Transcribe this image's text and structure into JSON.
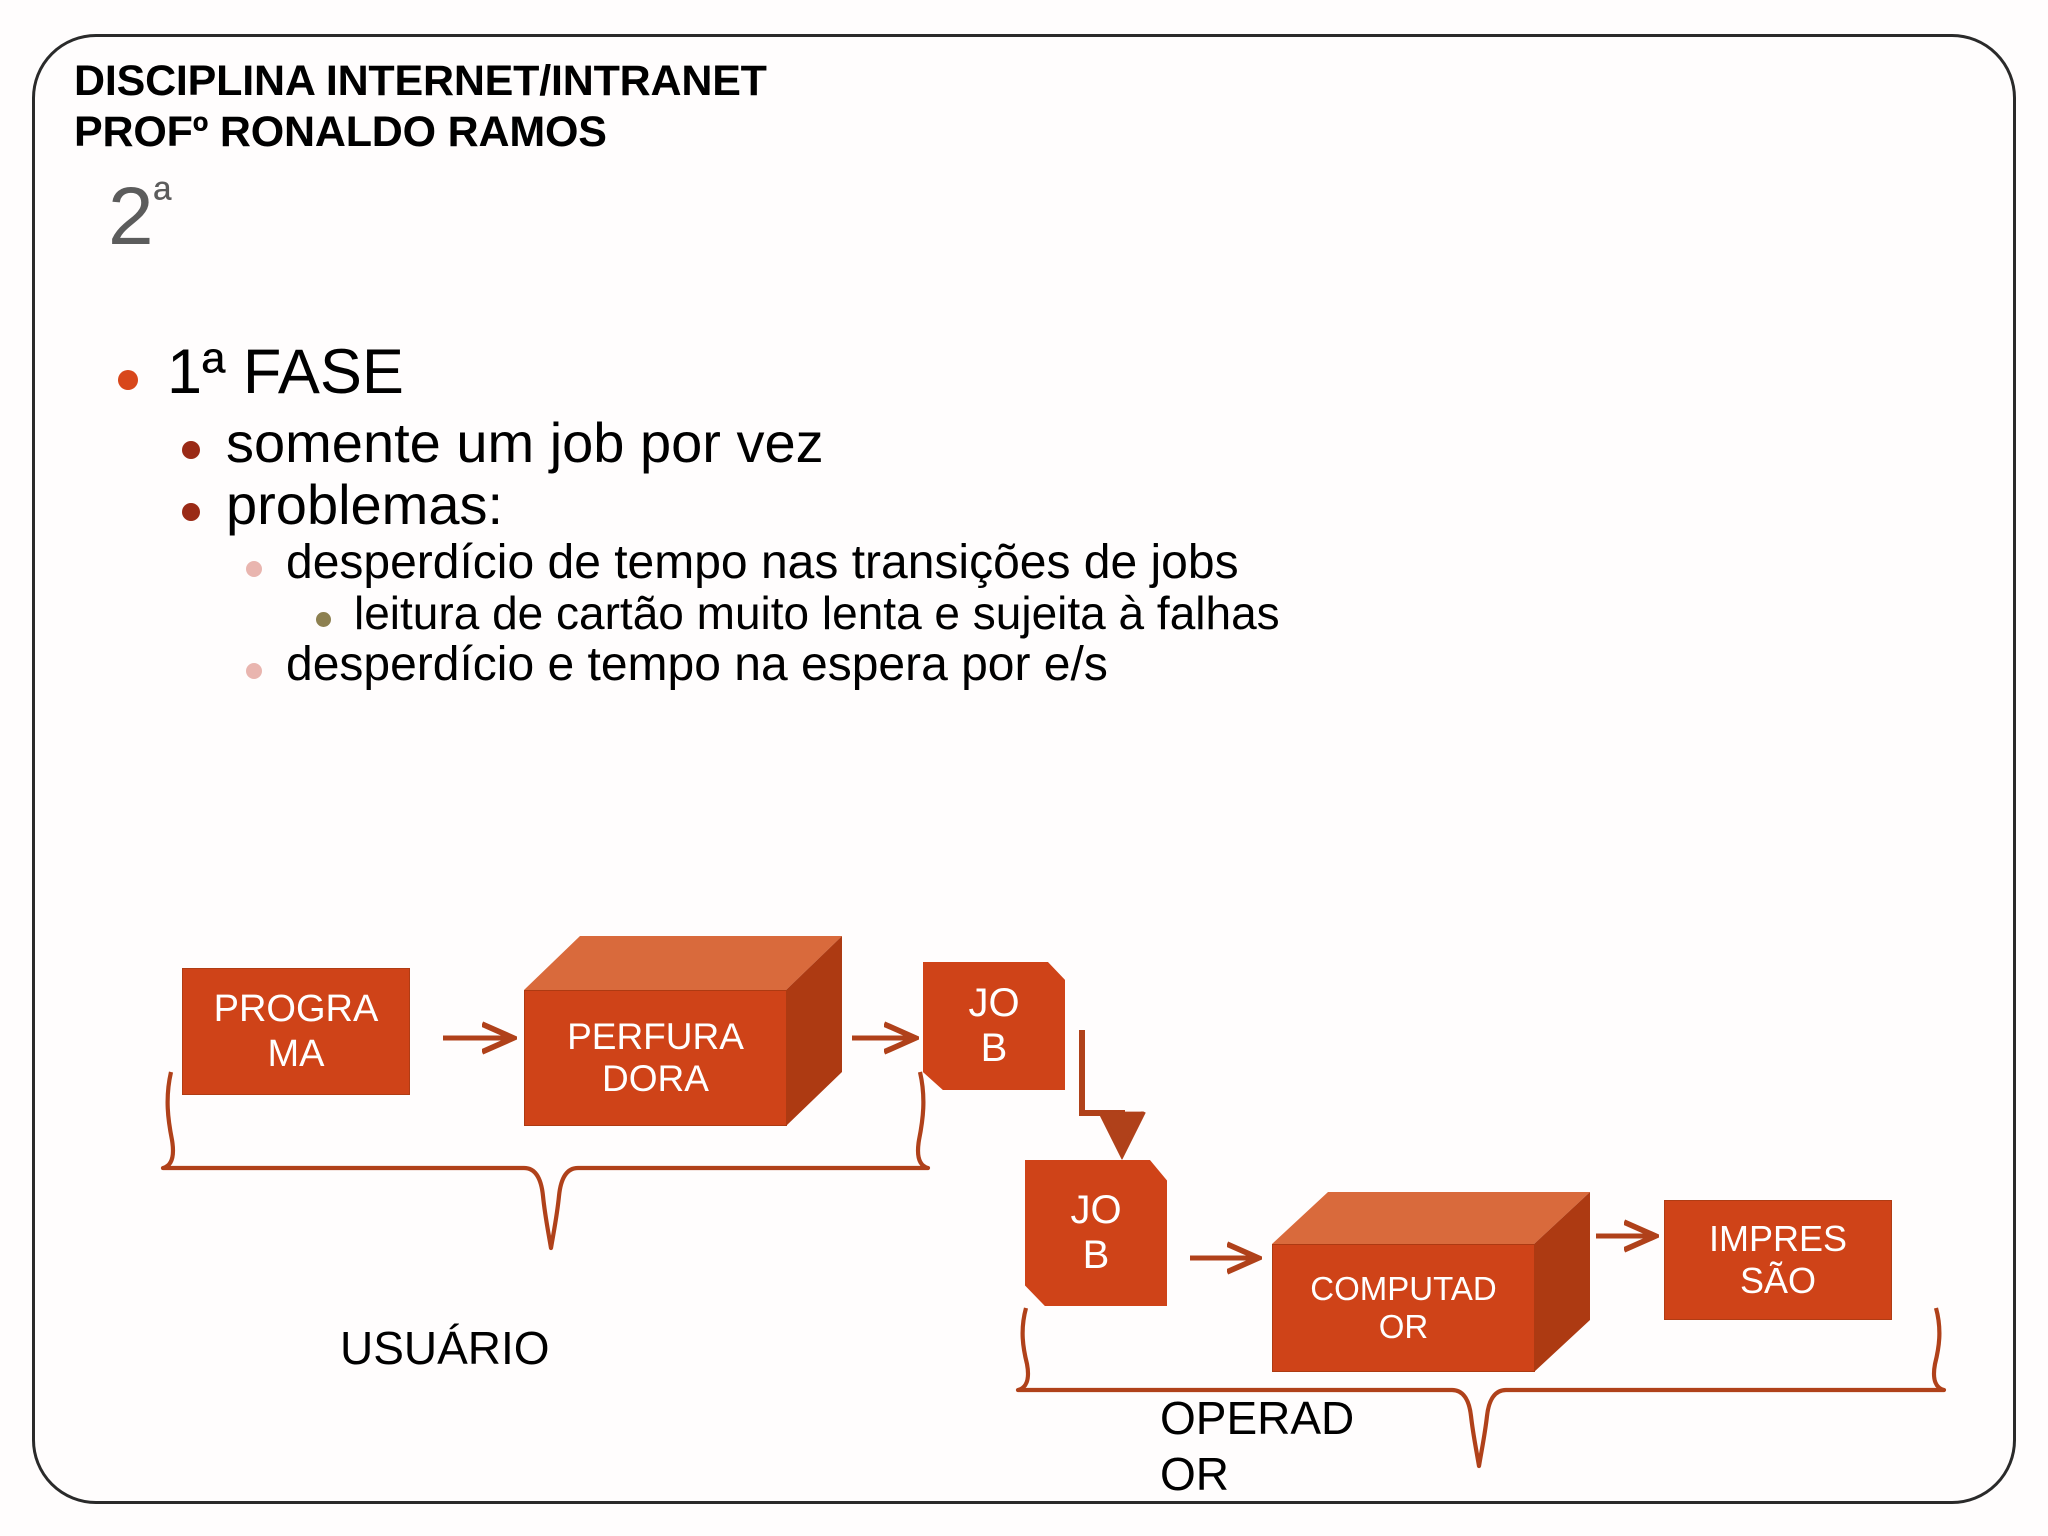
{
  "header": {
    "line1": "DISCIPLINA INTERNET/INTRANET",
    "line2": "PROFº RONALDO RAMOS"
  },
  "slide_number": {
    "value": "2",
    "ordinal": "ª"
  },
  "colors": {
    "accent_orange": "#CF4318",
    "accent_orange_light": "#D96A3C",
    "accent_orange_dark": "#AD3A12",
    "bullet_l1": "#D8471B",
    "bullet_l2": "#9A2A16",
    "bullet_l3": "#E9B5AF",
    "bullet_l4": "#8D8050",
    "slide_number_gray": "#5C5C5C",
    "border": "#2A2A2A",
    "text": "#000000"
  },
  "bullets": [
    {
      "level": 1,
      "text": "1ª FASE"
    },
    {
      "level": 2,
      "text": "somente um job por vez"
    },
    {
      "level": 2,
      "text": "problemas:"
    },
    {
      "level": 3,
      "text": "desperdício de tempo nas transições de jobs"
    },
    {
      "level": 4,
      "text": "leitura de cartão muito lenta e sujeita à falhas"
    },
    {
      "level": 3,
      "text": "desperdício e tempo na espera por e/s"
    }
  ],
  "diagram": {
    "nodes": [
      {
        "id": "programa",
        "shape": "rect",
        "lines": [
          "PROGRA",
          "MA"
        ]
      },
      {
        "id": "perfuradora",
        "shape": "cube",
        "lines": [
          "PERFURA",
          "DORA"
        ]
      },
      {
        "id": "job1",
        "shape": "card",
        "lines": [
          "JO",
          "B"
        ]
      },
      {
        "id": "job2",
        "shape": "card",
        "lines": [
          "JO",
          "B"
        ]
      },
      {
        "id": "computador",
        "shape": "cube",
        "lines": [
          "COMPUTAD",
          "OR"
        ]
      },
      {
        "id": "impressao",
        "shape": "rect",
        "lines": [
          "IMPRES",
          "SÃO"
        ]
      }
    ],
    "arrows": [
      {
        "from": "programa",
        "to": "perfuradora",
        "kind": "right"
      },
      {
        "from": "perfuradora",
        "to": "job1",
        "kind": "right"
      },
      {
        "from": "job1",
        "to": "job2",
        "kind": "elbow-down"
      },
      {
        "from": "job2",
        "to": "computador",
        "kind": "right"
      },
      {
        "from": "computador",
        "to": "impressao",
        "kind": "right"
      }
    ],
    "braces": [
      {
        "id": "usuario-brace",
        "label": "USUÁRIO"
      },
      {
        "id": "operador-brace",
        "label": "OPERAD\nOR"
      }
    ],
    "labels": {
      "usuario": "USUÁRIO",
      "operador_line1": "OPERAD",
      "operador_line2": "OR"
    }
  }
}
